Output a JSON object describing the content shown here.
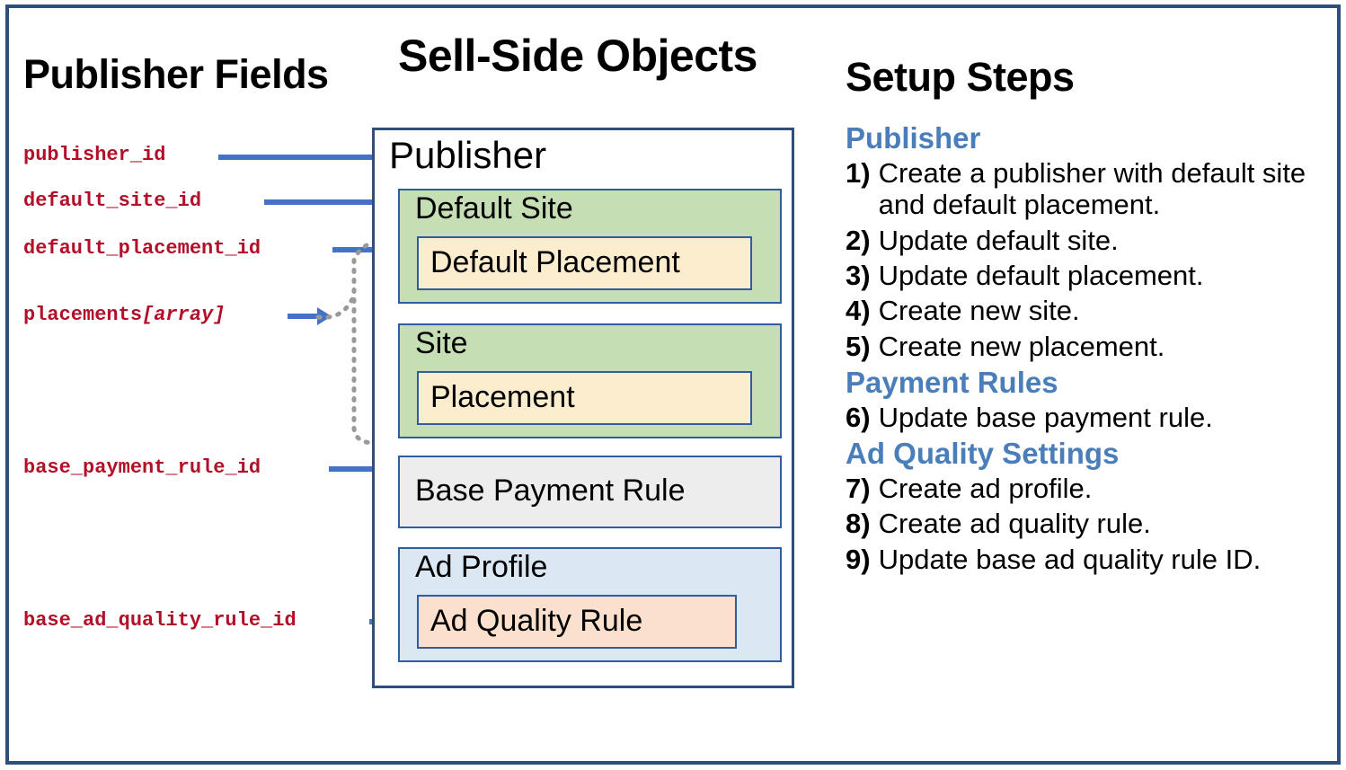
{
  "frame": {
    "border_color": "#2E4E7E",
    "background": "#FFFFFF"
  },
  "headings": {
    "publisher_fields": "Publisher Fields",
    "sell_side_objects": "Sell-Side Objects",
    "setup_steps": "Setup Steps"
  },
  "publisher_fields": [
    {
      "name": "publisher_id",
      "suffix": ""
    },
    {
      "name": "default_site_id",
      "suffix": ""
    },
    {
      "name": "default_placement_id",
      "suffix": ""
    },
    {
      "name": "placements",
      "suffix": "[array]"
    },
    {
      "name": "base_payment_rule_id",
      "suffix": ""
    },
    {
      "name": "base_ad_quality_rule_id",
      "suffix": ""
    }
  ],
  "field_text_color": "#B21028",
  "arrow_color": "#4472C4",
  "sell_side": {
    "container_label": "Publisher",
    "objects": [
      {
        "label": "Default Site",
        "color": "#C6DEB4",
        "child": {
          "label": "Default Placement",
          "color": "#FCEDCE"
        }
      },
      {
        "label": "Site",
        "color": "#C6DEB4",
        "child": {
          "label": "Placement",
          "color": "#FCEDCE"
        }
      },
      {
        "label": "Base Payment Rule",
        "color": "#EDEDED",
        "child": null
      },
      {
        "label": "Ad Profile",
        "color": "#DCE7F4",
        "child": {
          "label": "Ad Quality Rule",
          "color": "#FBE0CD"
        }
      }
    ]
  },
  "setup": {
    "group_color": "#4A7EBB",
    "groups": [
      {
        "heading": "Publisher",
        "steps": [
          {
            "num": "1)",
            "text": "Create a publisher with default site and default placement."
          },
          {
            "num": "2)",
            "text": "Update default site."
          },
          {
            "num": "3)",
            "text": "Update default placement."
          },
          {
            "num": "4)",
            "text": "Create new site."
          },
          {
            "num": "5)",
            "text": "Create new placement."
          }
        ]
      },
      {
        "heading": "Payment Rules",
        "steps": [
          {
            "num": "6)",
            "text": "Update base payment rule."
          }
        ]
      },
      {
        "heading": "Ad Quality Settings",
        "steps": [
          {
            "num": "7)",
            "text": "Create ad profile."
          },
          {
            "num": "8)",
            "text": "Create ad quality rule."
          },
          {
            "num": "9)",
            "text": "Update base ad quality rule ID."
          }
        ]
      }
    ]
  }
}
